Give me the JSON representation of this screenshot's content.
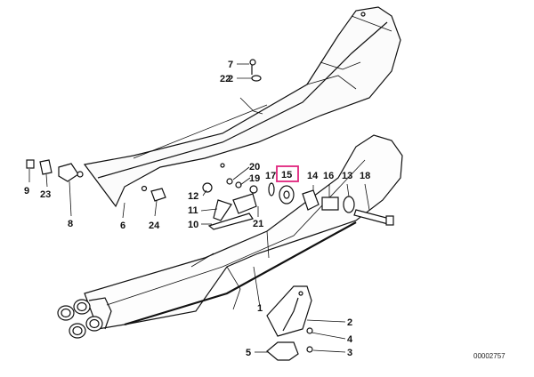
{
  "diagram": {
    "reference_number": "00002757",
    "highlight_color": "#e0257e",
    "callouts": {
      "p1": "1",
      "p2a": "2",
      "p2b": "2",
      "p3": "3",
      "p4": "4",
      "p5": "5",
      "p6": "6",
      "p7": "7",
      "p8": "8",
      "p9": "9",
      "p10": "10",
      "p11": "11",
      "p12": "12",
      "p13": "13",
      "p14": "14",
      "p15": "15",
      "p16": "16",
      "p17": "17",
      "p18": "18",
      "p19": "19",
      "p20": "20",
      "p21": "21",
      "p22": "22",
      "p23": "23",
      "p24": "24"
    }
  }
}
